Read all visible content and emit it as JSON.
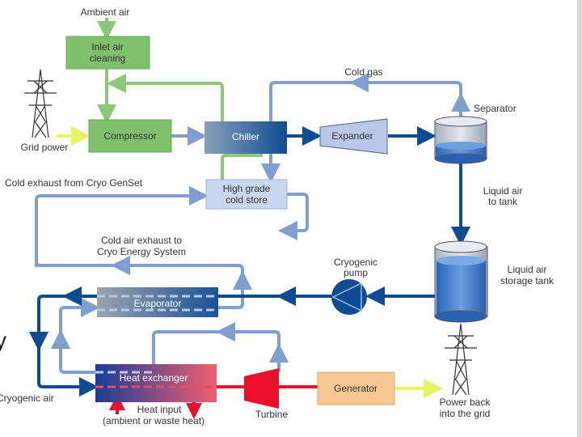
{
  "labels": {
    "ambient_air": "Ambient air",
    "inlet_air_cleaning": [
      "Inlet air",
      "cleaning"
    ],
    "compressor": "Compressor",
    "grid_power": "Grid power",
    "chiller": "Chiller",
    "expander": "Expander",
    "cold_gas": "Cold gas",
    "separator": "Separator",
    "liquid_air_to_tank": [
      "Liquid air",
      "to tank"
    ],
    "high_grade_cold_store": [
      "High grade",
      "cold store"
    ],
    "cold_exhaust_genset": "Cold exhaust from Cryo GenSet",
    "cold_air_exhaust": [
      "Cold air exhaust to",
      "Cryo Energy System"
    ],
    "cryogenic_pump": [
      "Cryogenic",
      "pump"
    ],
    "liquid_air_storage_tank": [
      "Liquid air",
      "storage tank"
    ],
    "evaporator": "Evaporator",
    "heat_exchanger": "Heat exchanger",
    "turbine": "Turbine",
    "generator": "Generator",
    "power_back": [
      "Power back",
      "into the grid"
    ],
    "heat_input": [
      "Heat input",
      "(ambient or waste heat)"
    ],
    "cryogenic_air": "Cryogenic air",
    "edge_fragment": "y"
  },
  "colors": {
    "green": "#8cc87a",
    "green_box": "#7fc06c",
    "light_blue": "#7f9fd0",
    "dark_blue": "#0e4c92",
    "red": "#e8102a",
    "yellow": "#e4f560",
    "generator": "#f8c894",
    "cold_store": "#c8d8f0"
  }
}
